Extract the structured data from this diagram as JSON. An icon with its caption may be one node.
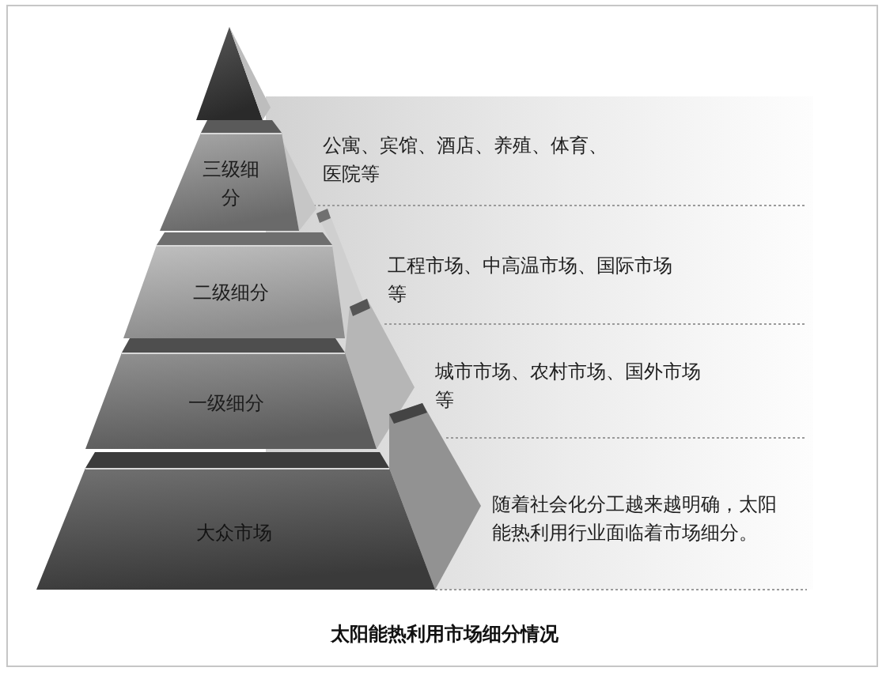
{
  "diagram": {
    "caption": "太阳能热利用市场细分情况",
    "nodes": [
      {
        "text": [],
        "shape": "triangle"
      },
      {
        "text": [
          "三级细分"
        ],
        "beside": [
          "公寓、宾馆、酒店、养殖、体育、医院等"
        ]
      },
      {
        "text": [
          "二级细分"
        ]
      },
      {
        "text": [
          "一级细分"
        ]
      },
      {
        "text": [
          "大众市场"
        ],
        "beside": [
          "随着社会化分工越来越明确，太阳能热利用行业面临着市场细分。"
        ]
      }
    ],
    "labels": [
      "工程市场、中高温市场、国际市场等",
      "城市市场、农村市场、国外市场等"
    ]
  }
}
